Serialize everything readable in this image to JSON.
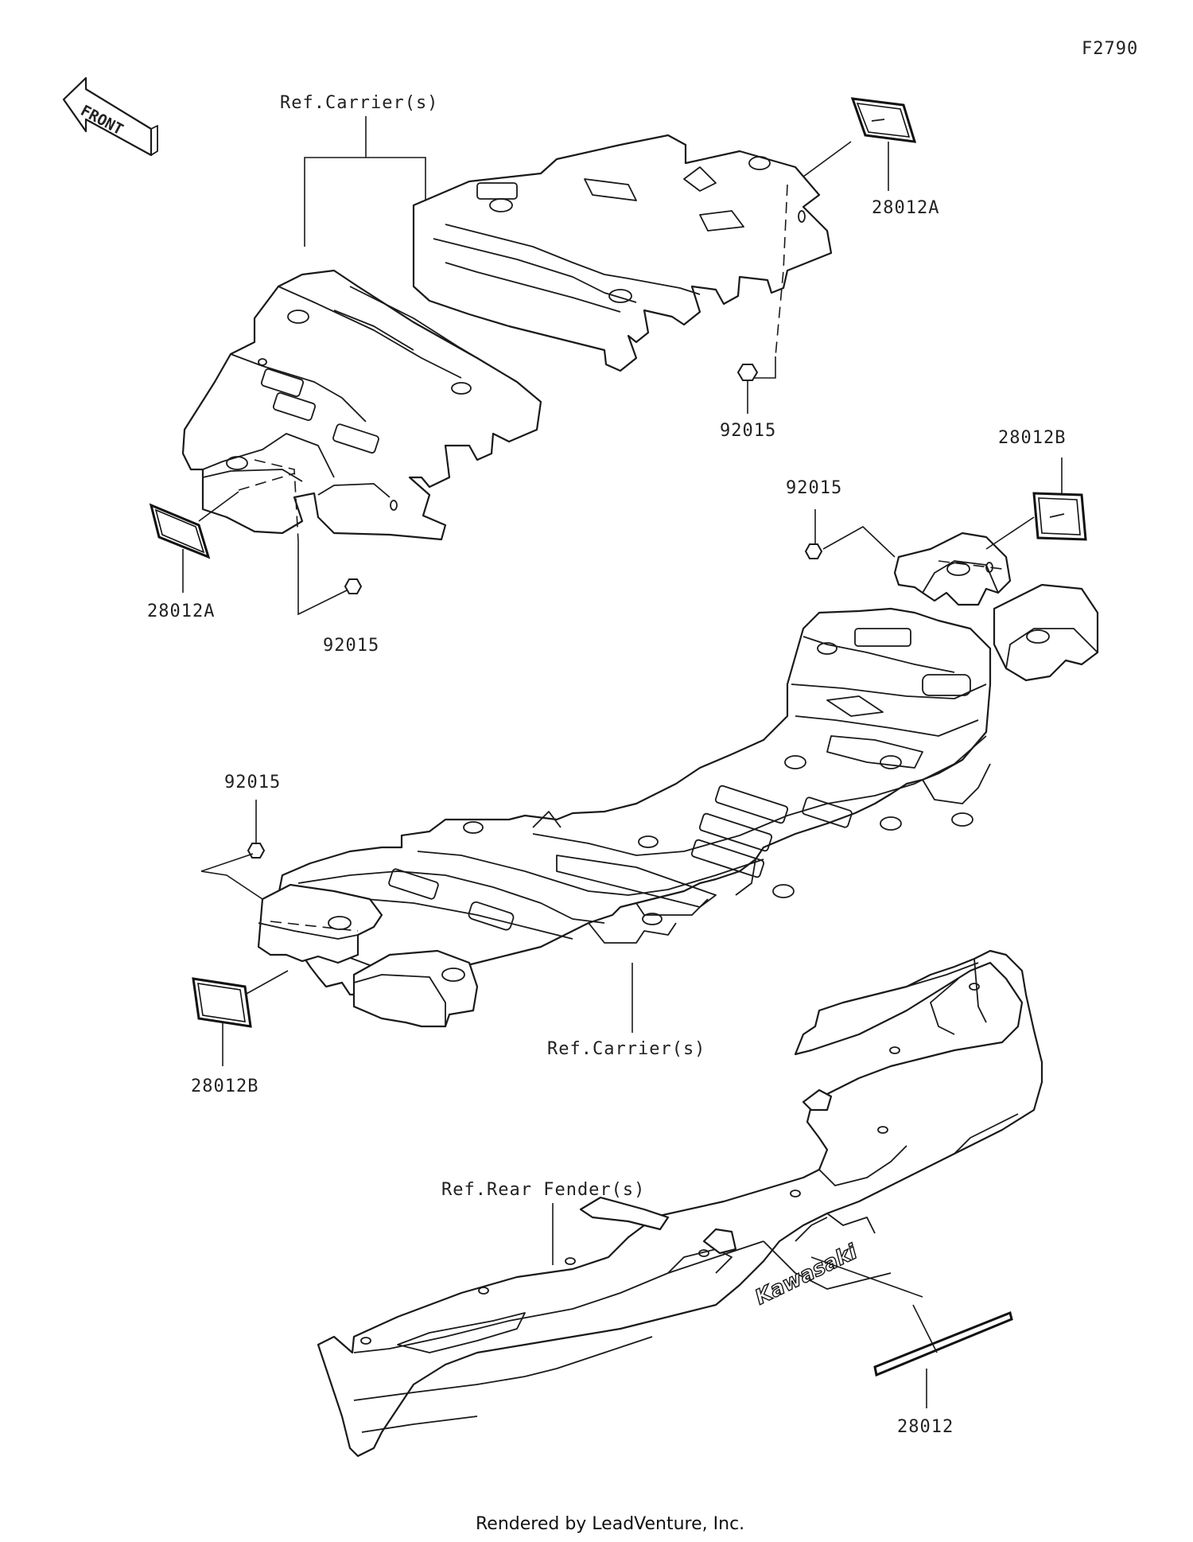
{
  "figure_code": "F2790",
  "front_label": "FRONT",
  "labels": {
    "ref_carrier_top": "Ref.Carrier(s)",
    "ref_carrier_bottom": "Ref.Carrier(s)",
    "ref_rear_fender": "Ref.Rear Fender(s)",
    "part_28012A_top": "28012A",
    "part_28012A_left": "28012A",
    "part_28012B_right": "28012B",
    "part_28012B_left": "28012B",
    "part_92015_top": "92015",
    "part_92015_mid_left": "92015",
    "part_92015_right": "92015",
    "part_92015_left": "92015",
    "part_28012": "28012",
    "fender_logo": "Kawasaki"
  },
  "footer": "Rendered by LeadVenture, Inc."
}
